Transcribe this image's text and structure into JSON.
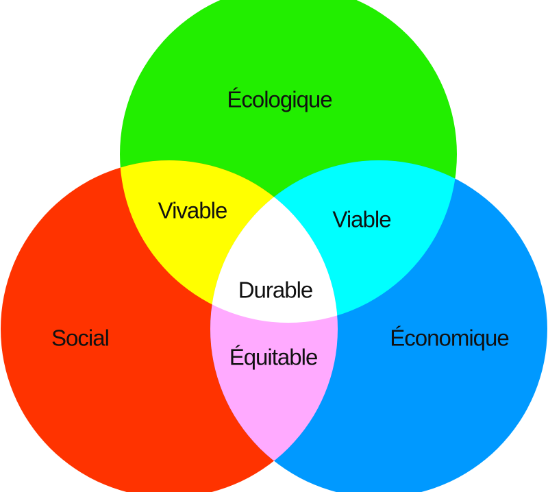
{
  "sets": {
    "ecologique": {
      "label": "Écologique",
      "color": "#22ee00"
    },
    "social": {
      "label": "Social",
      "color": "#ff3300"
    },
    "economique": {
      "label": "Économique",
      "color": "#0099ff"
    }
  },
  "intersections": {
    "vivable": {
      "label": "Vivable",
      "color": "#ffff00"
    },
    "viable": {
      "label": "Viable",
      "color": "#00ffff"
    },
    "equitable": {
      "label": "Équitable",
      "color": "#ffaaff"
    },
    "durable": {
      "label": "Durable",
      "color": "#ffffff"
    }
  }
}
